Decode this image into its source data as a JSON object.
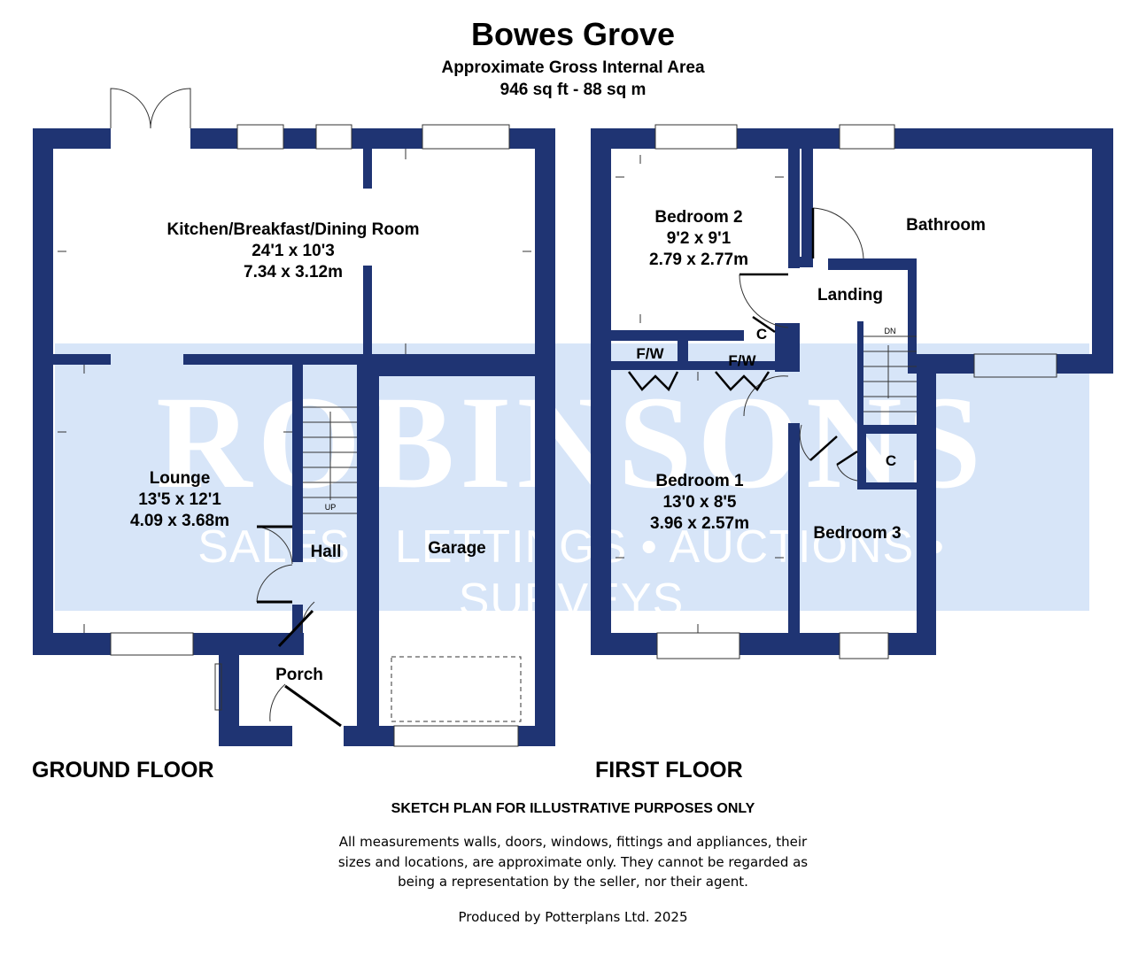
{
  "header": {
    "title": "Bowes Grove",
    "subtitle": "Approximate Gross Internal Area",
    "area": "946 sq ft - 88 sq m"
  },
  "watermark": {
    "brand": "ROBINSONS",
    "tagline": "SALES • LETTINGS • AUCTIONS • SURVEYS"
  },
  "colors": {
    "wall": "#1f3473",
    "watermark_bg": "#d7e5f8"
  },
  "ground_floor": {
    "label": "GROUND FLOOR",
    "rooms": [
      {
        "name": "Kitchen/Breakfast/Dining Room",
        "imperial": "24'1 x 10'3",
        "metric": "7.34 x 3.12m"
      },
      {
        "name": "Lounge",
        "imperial": "13'5 x 12'1",
        "metric": "4.09 x 3.68m"
      },
      {
        "name": "Hall"
      },
      {
        "name": "Garage"
      },
      {
        "name": "Porch"
      }
    ],
    "stairs_label": "UP"
  },
  "first_floor": {
    "label": "FIRST FLOOR",
    "rooms": [
      {
        "name": "Bedroom 2",
        "imperial": "9'2 x 9'1",
        "metric": "2.79 x 2.77m"
      },
      {
        "name": "Bathroom"
      },
      {
        "name": "Landing"
      },
      {
        "name": "C"
      },
      {
        "name": "F/W"
      },
      {
        "name": "F/W"
      },
      {
        "name": "Bedroom 1",
        "imperial": "13'0 x 8'5",
        "metric": "3.96 x 2.57m"
      },
      {
        "name": "C"
      },
      {
        "name": "Bedroom 3"
      }
    ],
    "stairs_label": "DN"
  },
  "footer": {
    "disclaimer_title": "SKETCH PLAN FOR ILLUSTRATIVE PURPOSES ONLY",
    "disclaimer_lines": [
      "All measurements walls, doors, windows, fittings and appliances, their",
      "sizes and locations, are approximate only. They cannot be regarded as",
      "being a representation by the seller, nor their agent."
    ],
    "producer": "Produced by Potterplans Ltd. 2025"
  }
}
